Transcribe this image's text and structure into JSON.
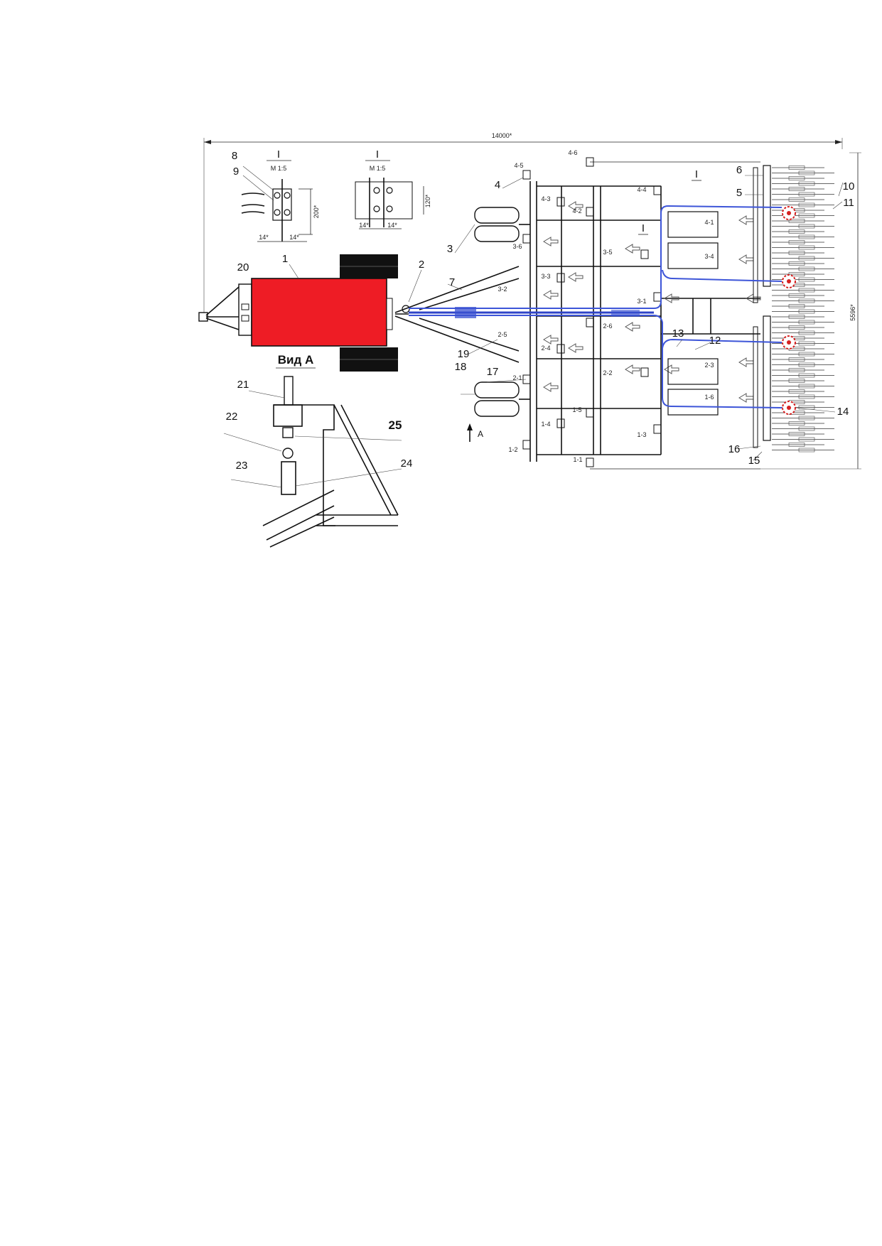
{
  "dimensions": {
    "overall_length": "14000*",
    "overall_width": "5596*"
  },
  "detail_i_left": {
    "marker": "I",
    "scale": "M 1:5",
    "height_dim": "200*",
    "width_dim_left": "14*",
    "width_dim_right": "14*"
  },
  "detail_i_right": {
    "marker": "I",
    "scale": "M 1:5",
    "height_dim": "120*",
    "width_dim_left": "14*",
    "width_dim_right": "14*"
  },
  "view_a": {
    "title": "Вид A"
  },
  "view_marker": "A",
  "section_marker": "I",
  "part_numbers": [
    "1",
    "2",
    "3",
    "4",
    "5",
    "6",
    "7",
    "8",
    "9",
    "10",
    "11",
    "12",
    "13",
    "14",
    "15",
    "16",
    "17",
    "18",
    "19",
    "20",
    "21",
    "22",
    "23",
    "24",
    "25"
  ],
  "sensor_labels": [
    "1-1",
    "1-2",
    "1-3",
    "1-4",
    "1-5",
    "1-6",
    "2-1",
    "2-2",
    "2-3",
    "2-4",
    "2-5",
    "2-6",
    "3-1",
    "3-2",
    "3-3",
    "3-4",
    "3-5",
    "3-6",
    "4-1",
    "4-2",
    "4-3",
    "4-4",
    "4-5",
    "4-6"
  ],
  "colors": {
    "tractor_body": "#ee1c25",
    "hydraulic_hose": "#2f44c8",
    "distributor": "#d62020",
    "tire": "#111111"
  }
}
